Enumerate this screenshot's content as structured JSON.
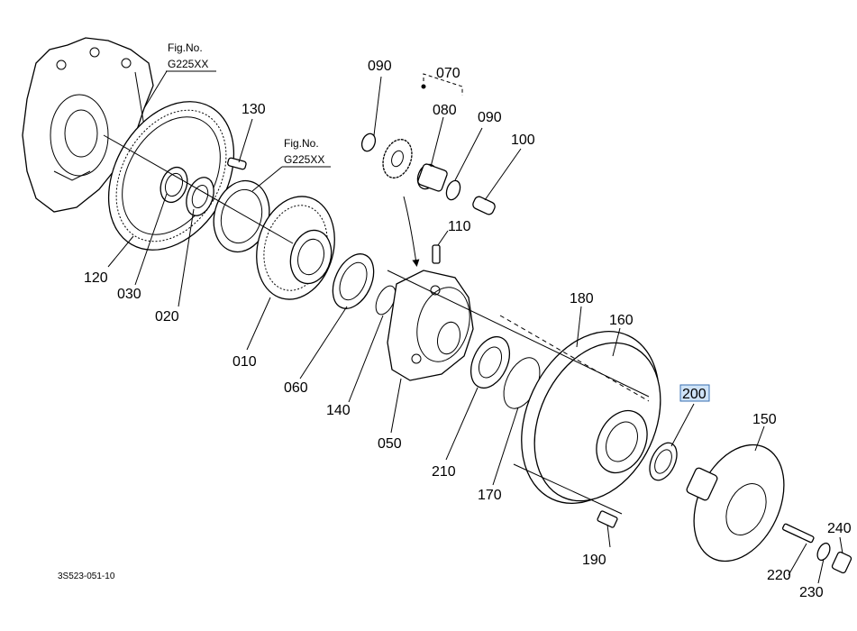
{
  "figure_refs": [
    {
      "line1": "Fig.No.",
      "line2": "G225XX"
    },
    {
      "line1": "Fig.No.",
      "line2": "G225XX"
    }
  ],
  "parts": {
    "p010": "010",
    "p020": "020",
    "p030": "030",
    "p050": "050",
    "p060": "060",
    "p070": "070",
    "p080": "080",
    "p090a": "090",
    "p090b": "090",
    "p100": "100",
    "p110": "110",
    "p120": "120",
    "p130": "130",
    "p140": "140",
    "p150": "150",
    "p160": "160",
    "p170": "170",
    "p180": "180",
    "p190": "190",
    "p200": "200",
    "p210": "210",
    "p220": "220",
    "p230": "230",
    "p240": "240"
  },
  "selected_part": "200",
  "highlight_color": "#cfe3f7",
  "drawing_code": "3S523-051-10"
}
